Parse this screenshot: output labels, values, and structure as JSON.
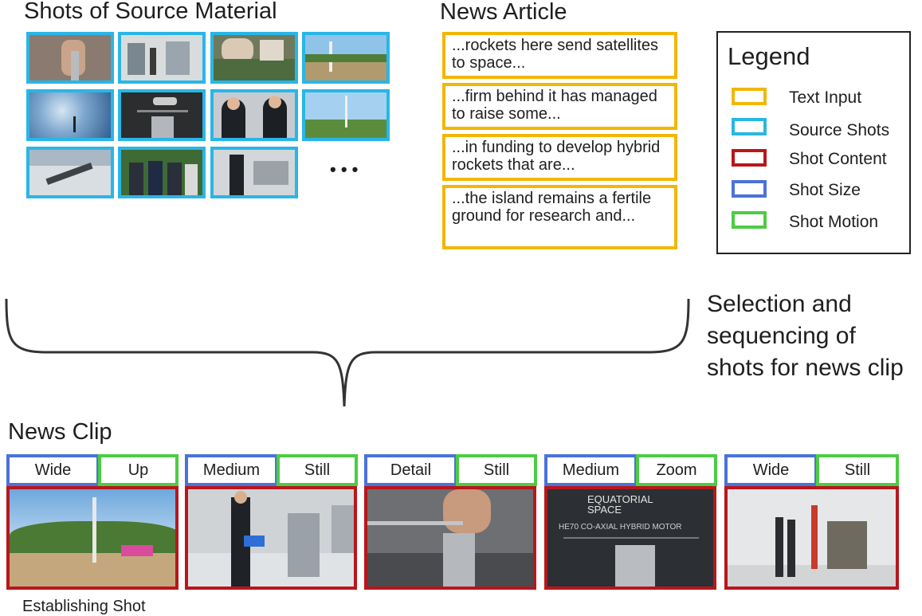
{
  "headings": {
    "source_material": "Shots of Source Material",
    "news_article": "News Article",
    "news_clip": "News Clip"
  },
  "source_shots": {
    "ellipsis": "• • •"
  },
  "article_snippets": [
    "...rockets here send satellites to space...",
    "...firm behind it has managed to raise some...",
    "...in funding to develop hybrid rockets that are...",
    "...the island remains a fertile ground for research and..."
  ],
  "legend": {
    "title": "Legend",
    "items": [
      {
        "label": "Text Input",
        "color": "#f2b705"
      },
      {
        "label": "Source Shots",
        "color": "#29b6e6"
      },
      {
        "label": "Shot Content",
        "color": "#b8161c"
      },
      {
        "label": "Shot Size",
        "color": "#4a72d9"
      },
      {
        "label": "Shot Motion",
        "color": "#4ccc43"
      }
    ]
  },
  "selection_text": {
    "line1": "Selection and",
    "line2": "sequencing of",
    "line3": "shots for news clip"
  },
  "clip_shots": [
    {
      "size": "Wide",
      "motion": "Up"
    },
    {
      "size": "Medium",
      "motion": "Still"
    },
    {
      "size": "Detail",
      "motion": "Still"
    },
    {
      "size": "Medium",
      "motion": "Zoom"
    },
    {
      "size": "Wide",
      "motion": "Still"
    }
  ],
  "frame_text": {
    "logo_line1": "EQUATORIAL",
    "logo_line2": "SPACE",
    "motor_caption": "HE70 CO-AXIAL HYBRID MOTOR"
  },
  "caption": "Establishing Shot"
}
